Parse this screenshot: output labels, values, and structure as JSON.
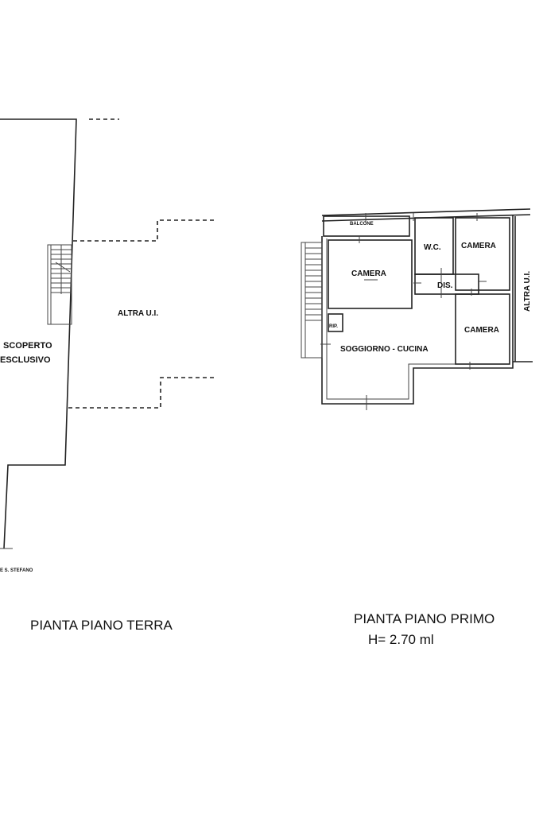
{
  "ground_floor": {
    "title": "PIANTA PIANO TERRA",
    "labels": {
      "altra_ui": "ALTRA U.I.",
      "scoperto_line1": "SCOPERTO",
      "scoperto_line2": "ESCLUSIVO",
      "street": "E S. STEFANO"
    }
  },
  "first_floor": {
    "title": "PIANTA PIANO PRIMO",
    "height": "H= 2.70 ml",
    "rooms": {
      "balcone": "BALCONE",
      "wc": "W.C.",
      "camera_top_right": "CAMERA",
      "camera_left": "CAMERA",
      "dis": "DIS.",
      "camera_lower_right": "CAMERA",
      "soggiorno": "SOGGIORNO - CUCINA",
      "rip": "RIP.",
      "altra_ui": "ALTRA U.I."
    }
  }
}
